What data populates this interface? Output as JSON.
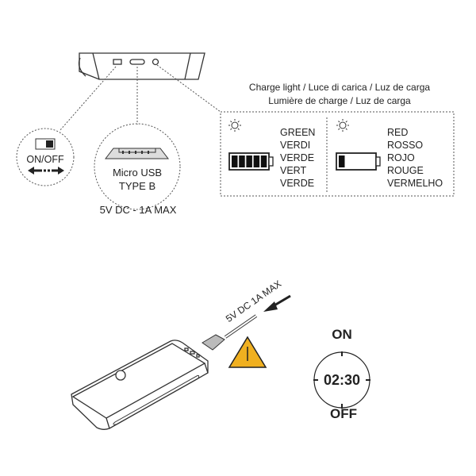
{
  "switch_callout": {
    "label": "ON/OFF"
  },
  "usb_callout": {
    "line1": "Micro USB",
    "line2": "TYPE B",
    "rating": "5V DC - 1A MAX"
  },
  "charge_light": {
    "title_line1": "Charge light / Luce di carica / Luz de carga",
    "title_line2": "Lumière de charge / Luz de carga",
    "full": {
      "level": 1.0,
      "labels": [
        "GREEN",
        "VERDI",
        "VERDE",
        "VERT",
        "VERDE"
      ]
    },
    "low": {
      "level": 0.2,
      "labels": [
        "RED",
        "ROSSO",
        "ROJO",
        "ROUGE",
        "VERMELHO"
      ]
    }
  },
  "charging": {
    "cable_label": "5V DC 1A MAX",
    "warning_icon": "warning-triangle-icon",
    "warning_color": "#f0b020"
  },
  "timer": {
    "on_label": "ON",
    "time": "02:30",
    "off_label": "OFF"
  }
}
